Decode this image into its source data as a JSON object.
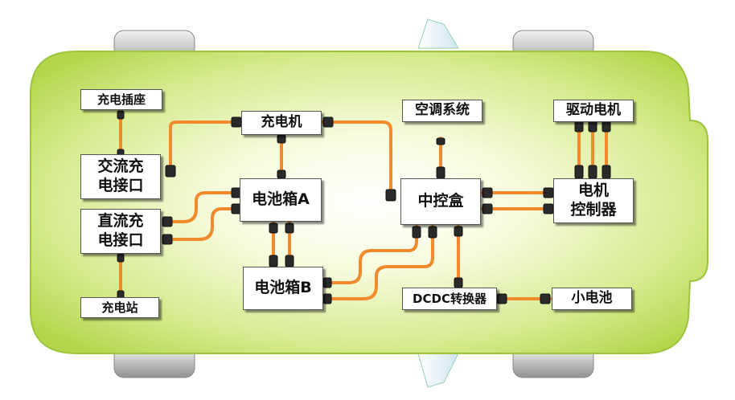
{
  "diagram": {
    "colors": {
      "car_body": "#b6d84e",
      "car_body_light": "#e9f4b4",
      "cable": "#f08a2c",
      "box_border": "#555555"
    },
    "components": {
      "charging_socket": "充电插座",
      "ac_charging_port": "交流充\n电接口",
      "dc_charging_port": "直流充\n电接口",
      "charging_station": "充电站",
      "charger": "充电机",
      "battery_box_a": "电池箱A",
      "battery_box_b": "电池箱B",
      "ac_system": "空调系统",
      "control_box": "中控盒",
      "drive_motor": "驱动电机",
      "motor_controller": "电机\n控制器",
      "dcdc_converter": "DCDC转换器",
      "small_battery": "小电池"
    }
  }
}
